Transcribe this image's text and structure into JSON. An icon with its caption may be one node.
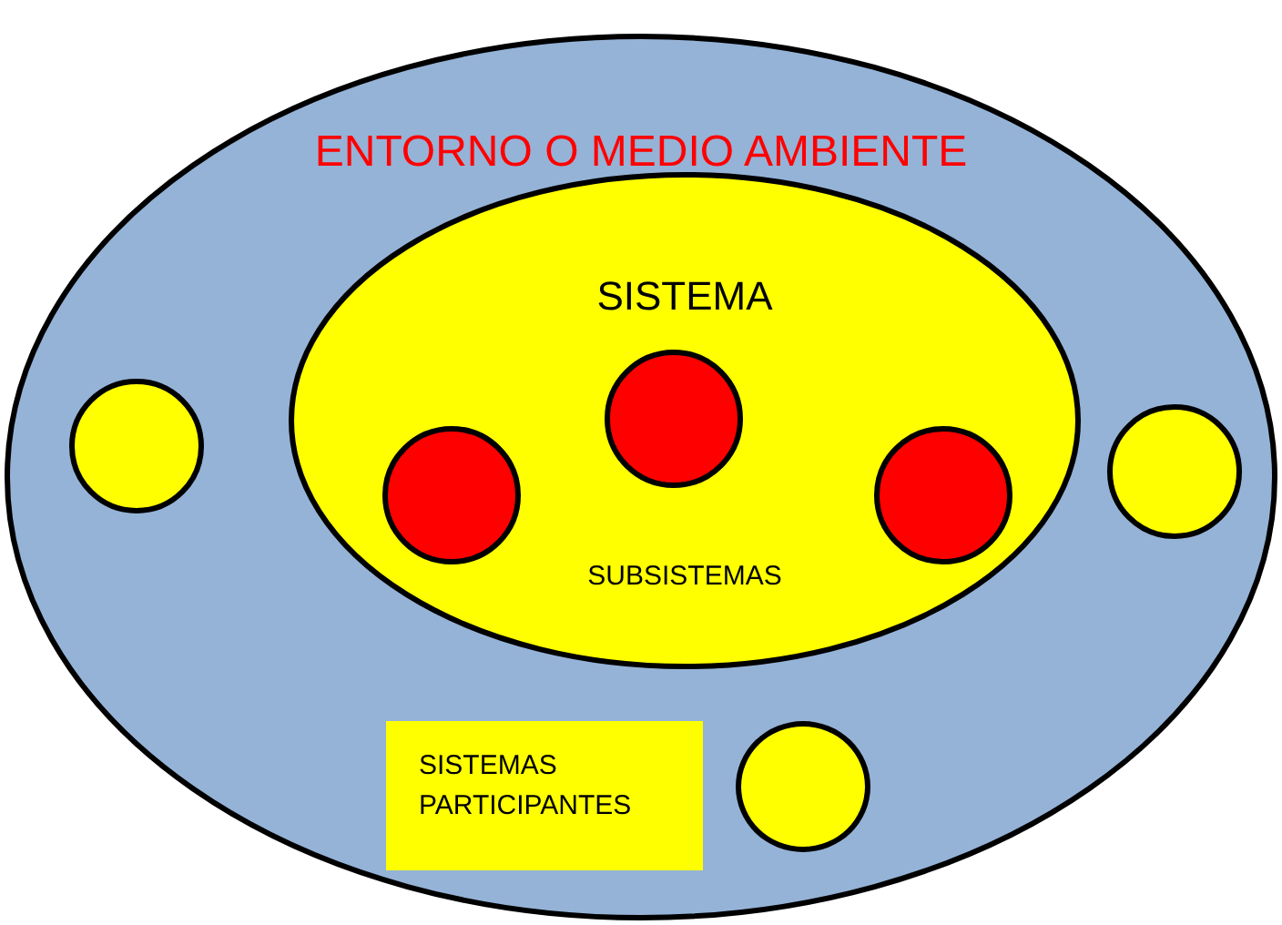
{
  "diagram": {
    "nodes": [
      {
        "text": [
          "ENTORNO O MEDIO AMBIENTE"
        ]
      },
      {
        "text": [
          "SISTEMA",
          "SUBSISTEMAS"
        ],
        "in": 0
      },
      {
        "text": [],
        "shape": "circle",
        "in": 1
      },
      {
        "text": [],
        "shape": "circle",
        "in": 1
      },
      {
        "text": [],
        "shape": "circle",
        "in": 1
      },
      {
        "text": [],
        "shape": "circle",
        "in": 0
      },
      {
        "text": [],
        "shape": "circle",
        "in": 0
      },
      {
        "text": [
          "SISTEMAS PARTICIPANTES"
        ],
        "in": 0
      },
      {
        "text": [],
        "shape": "circle",
        "in": 0
      }
    ]
  }
}
